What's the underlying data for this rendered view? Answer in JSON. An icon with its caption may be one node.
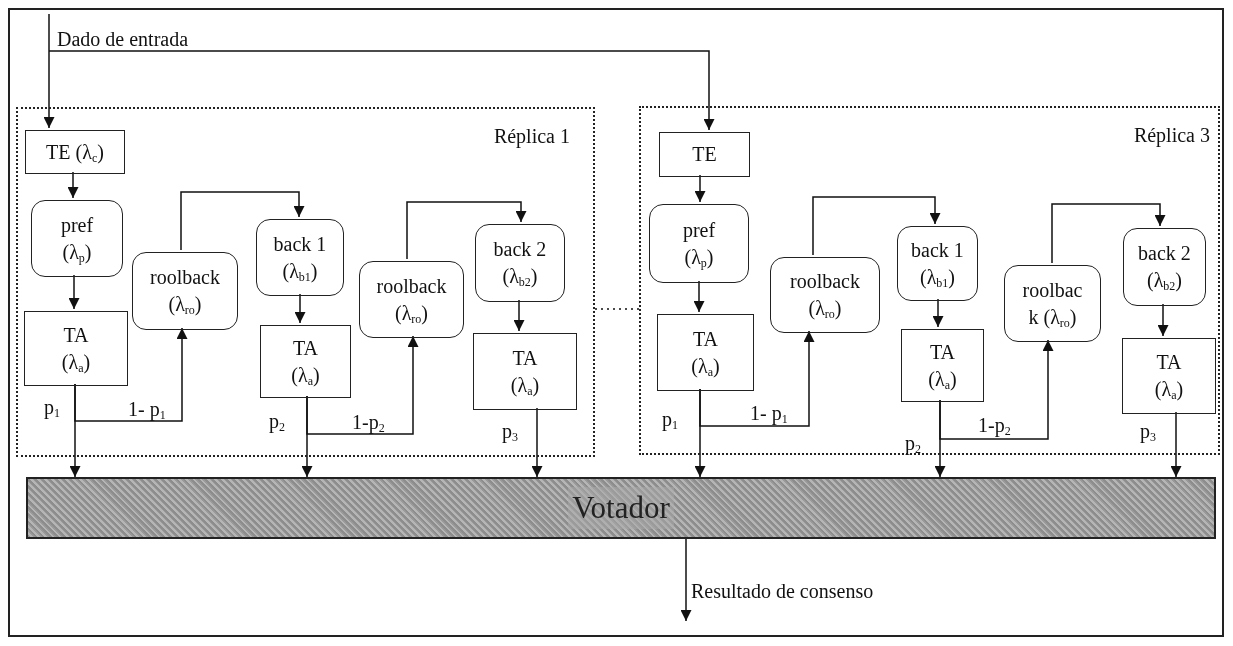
{
  "diagram": {
    "nodes": [
      {
        "text": [
          "Réplica 1"
        ]
      },
      {
        "text": [
          "TE (λ$_{c}$)"
        ],
        "in": 0
      },
      {
        "text": [
          "pref (λ$_{p}$)"
        ],
        "in": 0
      },
      {
        "text": [
          "TA (λ$_{a}$)"
        ],
        "in": 0
      },
      {
        "text": [
          "roolback (λ$_{ro}$)"
        ],
        "in": 0
      },
      {
        "text": [
          "back 1 (λ$_{b1}$)"
        ],
        "in": 0
      },
      {
        "text": [
          "TA (λ$_{a}$)"
        ],
        "in": 0
      },
      {
        "text": [
          "roolback (λ$_{ro}$)"
        ],
        "in": 0
      },
      {
        "text": [
          "back 2 (λ$_{b2}$)"
        ],
        "in": 0
      },
      {
        "text": [
          "TA (λ$_{a}$)"
        ],
        "in": 0
      },
      {
        "text": [
          "Réplica 3"
        ]
      },
      {
        "text": [
          "TE"
        ],
        "in": 10
      },
      {
        "text": [
          "pref (λ$_{p}$)"
        ],
        "in": 10
      },
      {
        "text": [
          "TA (λ$_{a}$)"
        ],
        "in": 10
      },
      {
        "text": [
          "roolback (λ$_{ro}$)"
        ],
        "in": 10
      },
      {
        "text": [
          "back 1 (λ$_{b1}$)"
        ],
        "in": 10
      },
      {
        "text": [
          "TA (λ$_{a}$)"
        ],
        "in": 10
      },
      {
        "text": [
          "roolbac k (λ$_{ro}$)"
        ],
        "in": 10
      },
      {
        "text": [
          "back 2 (λ$_{b2}$)"
        ],
        "in": 10
      },
      {
        "text": [
          "TA (λ$_{a}$)"
        ],
        "in": 10
      },
      {
        "text": [
          "Votador"
        ]
      }
    ],
    "edges": [
      {
        "from": null,
        "to": 1,
        "arrow": "to"
      },
      {
        "from": null,
        "to": 11,
        "arrow": "to",
        "label": "Dado de entrada"
      },
      {
        "from": 1,
        "to": 2,
        "arrow": "to"
      },
      {
        "from": 2,
        "to": 3,
        "arrow": "to"
      },
      {
        "from": 3,
        "to": 20,
        "arrow": "to",
        "label": "p$_{1}$"
      },
      {
        "from": 3,
        "to": 4,
        "arrow": "to",
        "label": "1- p$_{1}$"
      },
      {
        "from": 4,
        "to": 5,
        "arrow": "to"
      },
      {
        "from": 5,
        "to": 6,
        "arrow": "to"
      },
      {
        "from": 6,
        "to": 20,
        "arrow": "to",
        "label": "p$_{2}$"
      },
      {
        "from": 6,
        "to": 7,
        "arrow": "to",
        "label": "1-p$_{2}$"
      },
      {
        "from": 7,
        "to": 8,
        "arrow": "to"
      },
      {
        "from": 8,
        "to": 9,
        "arrow": "to"
      },
      {
        "from": 9,
        "to": 20,
        "arrow": "to",
        "label": "p$_{3}$"
      },
      {
        "from": 0,
        "to": 10,
        "arrow": "none",
        "style": "dashed"
      },
      {
        "from": 11,
        "to": 12,
        "arrow": "to"
      },
      {
        "from": 12,
        "to": 13,
        "arrow": "to"
      },
      {
        "from": 13,
        "to": 20,
        "arrow": "to",
        "label": "p$_{1}$"
      },
      {
        "from": 13,
        "to": 14,
        "arrow": "to",
        "label": "1- p$_{1}$"
      },
      {
        "from": 14,
        "to": 15,
        "arrow": "to"
      },
      {
        "from": 15,
        "to": 16,
        "arrow": "to"
      },
      {
        "from": 16,
        "to": 20,
        "arrow": "to",
        "label": "p$_{2}$"
      },
      {
        "from": 16,
        "to": 17,
        "arrow": "to",
        "label": "1-p$_{2}$"
      },
      {
        "from": 17,
        "to": 18,
        "arrow": "to"
      },
      {
        "from": 18,
        "to": 19,
        "arrow": "to"
      },
      {
        "from": 19,
        "to": 20,
        "arrow": "to",
        "label": "p$_{3}$"
      },
      {
        "from": 20,
        "to": null,
        "arrow": "to",
        "label": "Resultado de consenso"
      }
    ]
  }
}
